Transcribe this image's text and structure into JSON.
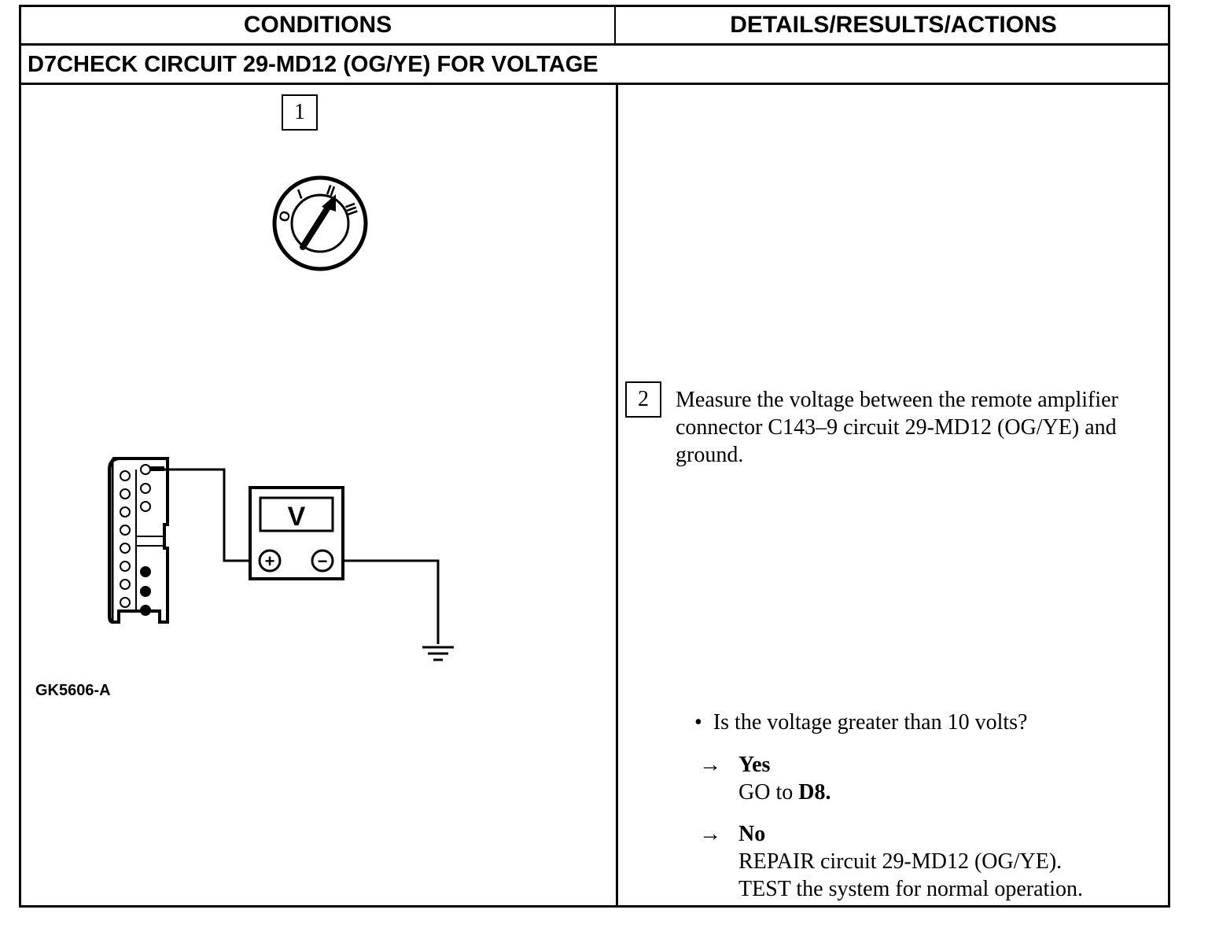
{
  "header": {
    "conditions": "CONDITIONS",
    "details": "DETAILS/RESULTS/ACTIONS"
  },
  "step": {
    "id": "D7",
    "title": "CHECK CIRCUIT 29-MD12 (OG/YE) FOR VOLTAGE"
  },
  "figure": {
    "step1_number": "1",
    "ignition_labels": [
      "O",
      "I",
      "II",
      "III"
    ],
    "meter_label": "V",
    "plus_symbol": "+",
    "minus_symbol": "−",
    "code": "GK5606-A"
  },
  "details": {
    "step2_number": "2",
    "measure_text": "Measure the voltage between the remote amplifier connector C143–9 circuit 29-MD12 (OG/YE) and ground.",
    "bullet": "•",
    "question": "Is the voltage greater than 10 volts?",
    "yes": {
      "arrow": "→",
      "label": "Yes",
      "line1_prefix": "GO to ",
      "line1_target": "D8."
    },
    "no": {
      "arrow": "→",
      "label": "No",
      "line1": "REPAIR circuit 29-MD12 (OG/YE).",
      "line2": "TEST the system for normal operation."
    }
  }
}
